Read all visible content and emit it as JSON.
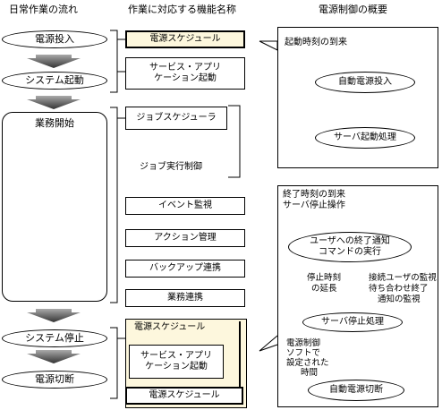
{
  "headers": {
    "col1": "日常作業の流れ",
    "col2": "作業に対応する機能名称",
    "col3": "電源制御の概要"
  },
  "left_flow": {
    "power_on": "電源投入",
    "system_start": "システム起動",
    "business_start": "業務開始",
    "system_stop": "システム停止",
    "power_off": "電源切断"
  },
  "functions": {
    "power_schedule_top": "電源スケジュール",
    "service_app_start_1": "サービス・アプリ",
    "service_app_start_2": "ケーション起動",
    "job_scheduler": "ジョブスケジューラ",
    "job_exec_control": "ジョブ実行制御",
    "event_monitor": "イベント監視",
    "action_management": "アクション管理",
    "backup_link": "バックアップ連携",
    "business_link": "業務連携",
    "power_schedule_bottom_1": "電源スケジュール",
    "service_app_stop_1": "サービス・アプリ",
    "service_app_stop_2": "ケーション起動",
    "power_schedule_bottom_2": "電源スケジュール"
  },
  "overview_top": {
    "start_time_arrival": "起動時刻の到来",
    "auto_power_on": "自動電源投入",
    "server_start_process": "サーバ起動処理"
  },
  "overview_bottom": {
    "end_time_arrival_1": "終了時刻の到来",
    "end_time_arrival_2": "サーバ停止操作",
    "notify_1": "ユーザへの終了通知",
    "notify_2": "コマンドの実行",
    "extend_1": "停止時刻",
    "extend_2": "の延長",
    "monitor_1": "接続ユーザの監視",
    "monitor_2": "待ち合わせ終了",
    "monitor_3": "通知の監視",
    "server_stop_process": "サーバ停止処理",
    "software_1": "電源制御",
    "software_2": "ソフトで",
    "software_3": "設定された",
    "software_4": "時間",
    "auto_power_off": "自動電源切断"
  }
}
